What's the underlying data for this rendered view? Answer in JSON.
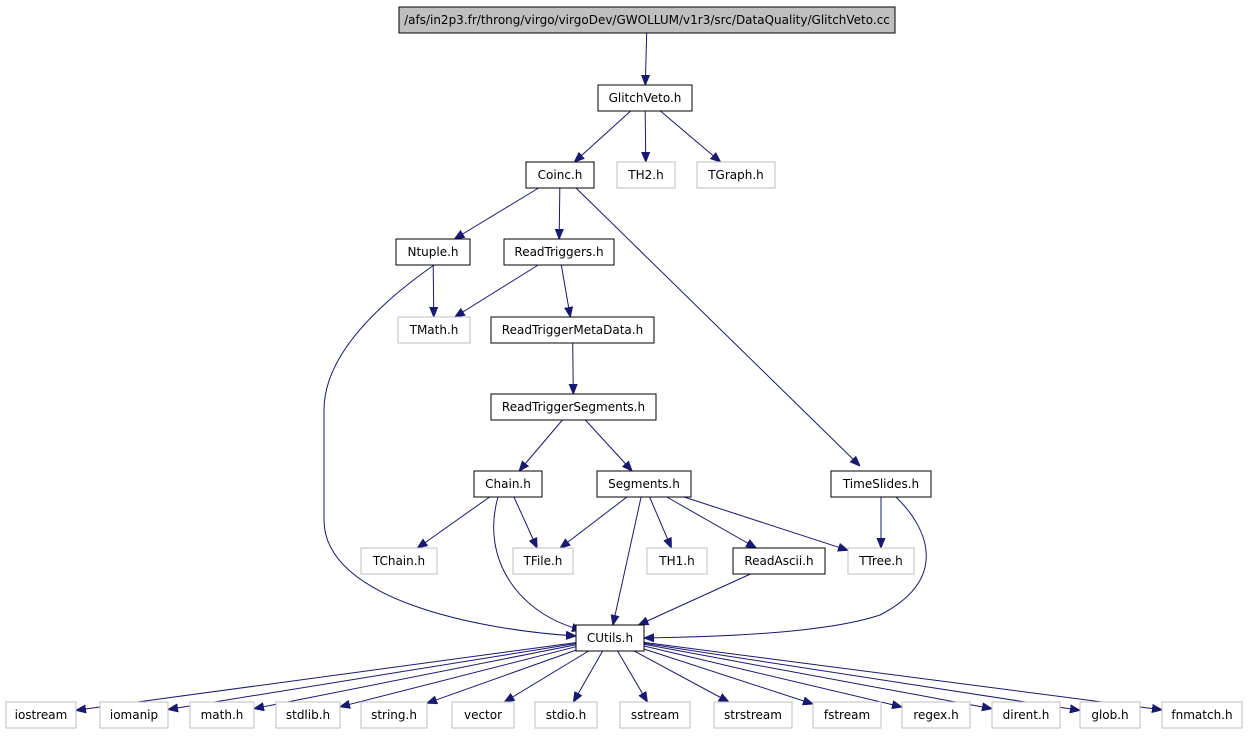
{
  "colors": {
    "edge": "#191970",
    "node_border": "#000000",
    "external_border": "#bfbfbf",
    "root_fill": "#bfbfbf",
    "node_fill": "#ffffff"
  },
  "nodes": {
    "root": {
      "label": "/afs/in2p3.fr/throng/virgo/virgoDev/GWOLLUM/v1r3/src/DataQuality/GlitchVeto.cc",
      "kind": "root"
    },
    "gv": {
      "label": "GlitchVeto.h",
      "kind": "local"
    },
    "coinc": {
      "label": "Coinc.h",
      "kind": "local"
    },
    "th2": {
      "label": "TH2.h",
      "kind": "external"
    },
    "tgraph": {
      "label": "TGraph.h",
      "kind": "external"
    },
    "ntuple": {
      "label": "Ntuple.h",
      "kind": "local"
    },
    "rtrig": {
      "label": "ReadTriggers.h",
      "kind": "local"
    },
    "tmath": {
      "label": "TMath.h",
      "kind": "external"
    },
    "rtmeta": {
      "label": "ReadTriggerMetaData.h",
      "kind": "local"
    },
    "rtseg": {
      "label": "ReadTriggerSegments.h",
      "kind": "local"
    },
    "chain": {
      "label": "Chain.h",
      "kind": "local"
    },
    "segs": {
      "label": "Segments.h",
      "kind": "local"
    },
    "tslides": {
      "label": "TimeSlides.h",
      "kind": "local"
    },
    "tchain": {
      "label": "TChain.h",
      "kind": "external"
    },
    "tfile": {
      "label": "TFile.h",
      "kind": "external"
    },
    "th1": {
      "label": "TH1.h",
      "kind": "external"
    },
    "rascii": {
      "label": "ReadAscii.h",
      "kind": "local"
    },
    "ttree": {
      "label": "TTree.h",
      "kind": "external"
    },
    "cutils": {
      "label": "CUtils.h",
      "kind": "local"
    },
    "iostream": {
      "label": "iostream",
      "kind": "external"
    },
    "iomanip": {
      "label": "iomanip",
      "kind": "external"
    },
    "math": {
      "label": "math.h",
      "kind": "external"
    },
    "stdlib": {
      "label": "stdlib.h",
      "kind": "external"
    },
    "string": {
      "label": "string.h",
      "kind": "external"
    },
    "vector": {
      "label": "vector",
      "kind": "external"
    },
    "stdio": {
      "label": "stdio.h",
      "kind": "external"
    },
    "sstream": {
      "label": "sstream",
      "kind": "external"
    },
    "strstream": {
      "label": "strstream",
      "kind": "external"
    },
    "fstream": {
      "label": "fstream",
      "kind": "external"
    },
    "regex": {
      "label": "regex.h",
      "kind": "external"
    },
    "dirent": {
      "label": "dirent.h",
      "kind": "external"
    },
    "glob": {
      "label": "glob.h",
      "kind": "external"
    },
    "fnmatch": {
      "label": "fnmatch.h",
      "kind": "external"
    }
  },
  "edges": [
    [
      "root",
      "gv"
    ],
    [
      "gv",
      "coinc"
    ],
    [
      "gv",
      "th2"
    ],
    [
      "gv",
      "tgraph"
    ],
    [
      "coinc",
      "ntuple"
    ],
    [
      "coinc",
      "rtrig"
    ],
    [
      "coinc",
      "tslides"
    ],
    [
      "ntuple",
      "tmath"
    ],
    [
      "ntuple",
      "cutils"
    ],
    [
      "rtrig",
      "tmath"
    ],
    [
      "rtrig",
      "rtmeta"
    ],
    [
      "rtmeta",
      "rtseg"
    ],
    [
      "rtseg",
      "chain"
    ],
    [
      "rtseg",
      "segs"
    ],
    [
      "chain",
      "tchain"
    ],
    [
      "chain",
      "tfile"
    ],
    [
      "chain",
      "cutils"
    ],
    [
      "segs",
      "tfile"
    ],
    [
      "segs",
      "th1"
    ],
    [
      "segs",
      "rascii"
    ],
    [
      "segs",
      "ttree"
    ],
    [
      "segs",
      "cutils"
    ],
    [
      "tslides",
      "ttree"
    ],
    [
      "tslides",
      "cutils"
    ],
    [
      "rascii",
      "cutils"
    ],
    [
      "cutils",
      "iostream"
    ],
    [
      "cutils",
      "iomanip"
    ],
    [
      "cutils",
      "math"
    ],
    [
      "cutils",
      "stdlib"
    ],
    [
      "cutils",
      "string"
    ],
    [
      "cutils",
      "vector"
    ],
    [
      "cutils",
      "stdio"
    ],
    [
      "cutils",
      "sstream"
    ],
    [
      "cutils",
      "strstream"
    ],
    [
      "cutils",
      "fstream"
    ],
    [
      "cutils",
      "regex"
    ],
    [
      "cutils",
      "dirent"
    ],
    [
      "cutils",
      "glob"
    ],
    [
      "cutils",
      "fnmatch"
    ]
  ]
}
